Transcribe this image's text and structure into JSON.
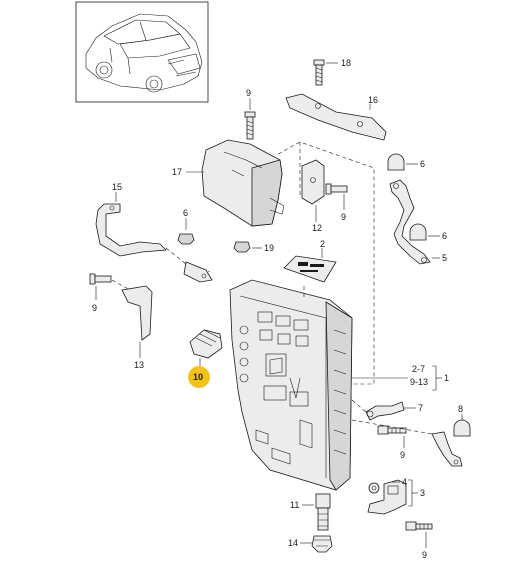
{
  "diagram": {
    "thumbnail": "car-thumbnail",
    "highlight_color": "#f3c21b",
    "labels": {
      "p18": "18",
      "p16": "16",
      "p9a": "9",
      "p17": "17",
      "p6a": "6",
      "p15": "15",
      "p6b": "6",
      "p19": "19",
      "p12": "12",
      "p9b": "9",
      "p6c": "6",
      "p5": "5",
      "p2": "2",
      "p9c": "9",
      "p13": "13",
      "p10": "10",
      "p2_7": "2-7",
      "p9_13": "9-13",
      "p1": "1",
      "p7": "7",
      "p8": "8",
      "p9d": "9",
      "p4": "4",
      "p3": "3",
      "p11": "11",
      "p9e": "9",
      "p14": "14"
    }
  }
}
